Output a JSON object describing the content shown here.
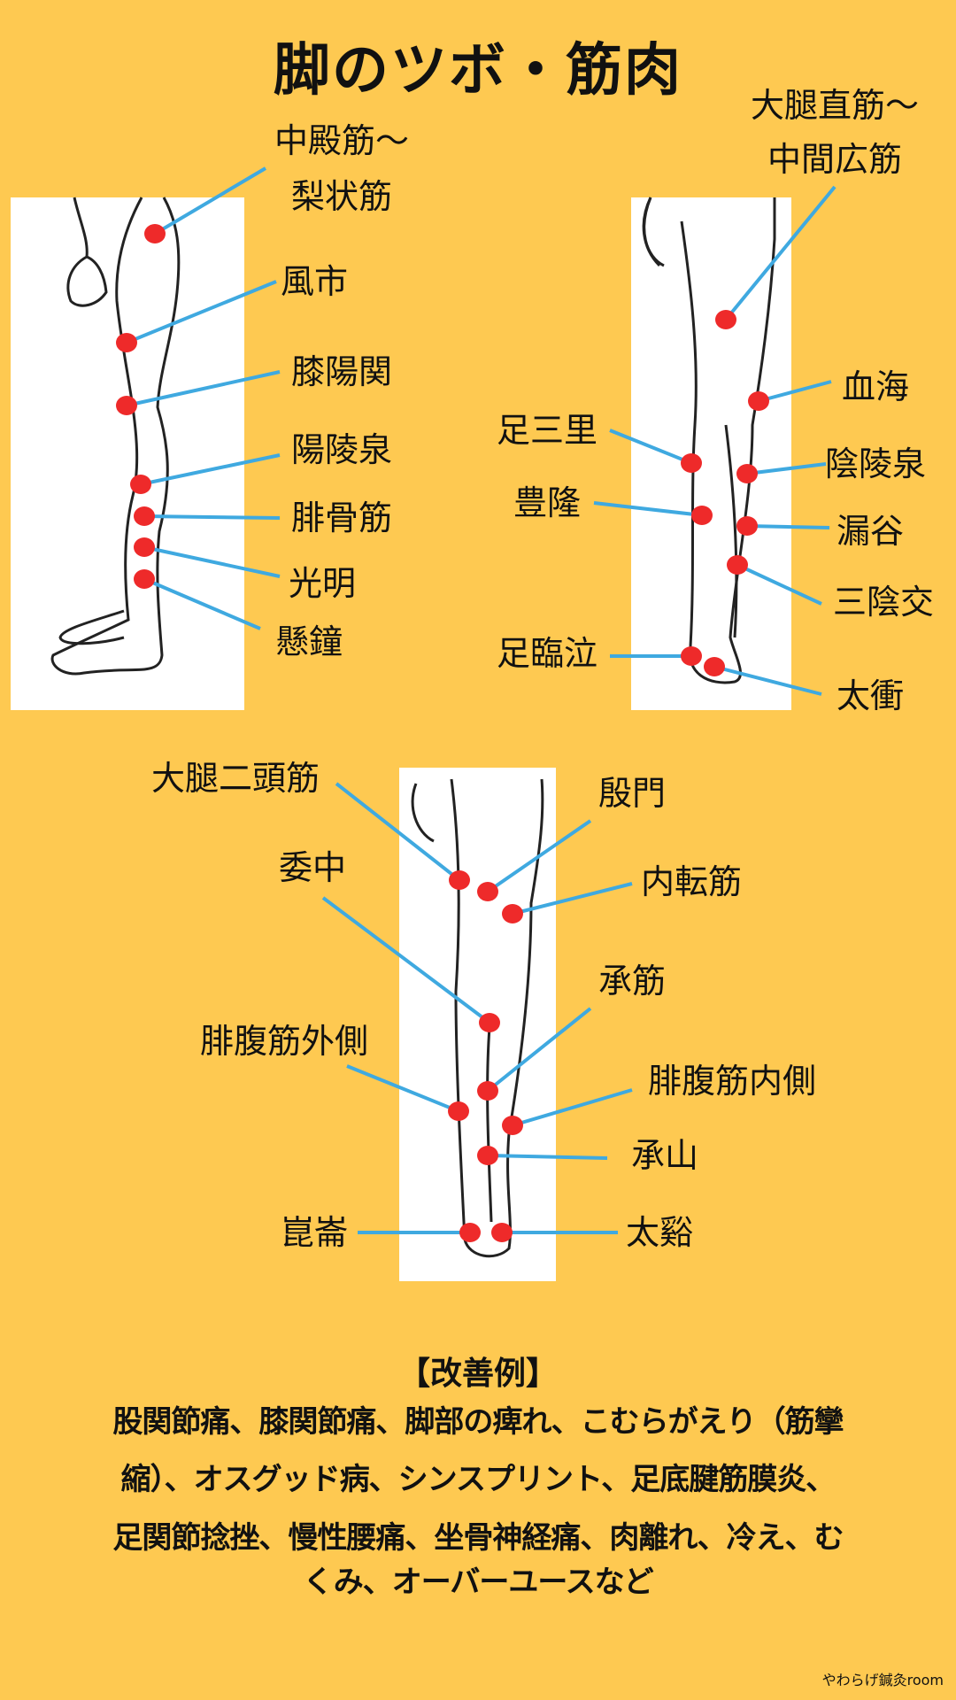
{
  "title": "脚のツボ・筋肉",
  "colors": {
    "background": "#fec951",
    "point": "#ee2a2a",
    "line": "#3fa9e0"
  },
  "side_view": {
    "labels": [
      "中殿筋〜",
      "梨状筋",
      "風市",
      "膝陽関",
      "陽陵泉",
      "腓骨筋",
      "光明",
      "懸鐘"
    ]
  },
  "front_view": {
    "labels": [
      "大腿直筋〜",
      "中間広筋",
      "血海",
      "陰陵泉",
      "漏谷",
      "三陰交",
      "太衝",
      "足三里",
      "豊隆",
      "足臨泣"
    ]
  },
  "back_view": {
    "labels": [
      "大腿二頭筋",
      "殷門",
      "内転筋",
      "委中",
      "承筋",
      "腓腹筋外側",
      "腓腹筋内側",
      "承山",
      "崑崙",
      "太谿"
    ]
  },
  "improvements": {
    "heading": "【改善例】",
    "lines": [
      "股関節痛、膝関節痛、脚部の痺れ、こむらがえり（筋攣",
      "縮）、オスグッド病、シンスプリント、足底腱筋膜炎、",
      "足関節捻挫、慢性腰痛、坐骨神経痛、肉離れ、冷え、む",
      "くみ、オーバーユースなど"
    ]
  },
  "watermark": "やわらげ鍼灸room"
}
